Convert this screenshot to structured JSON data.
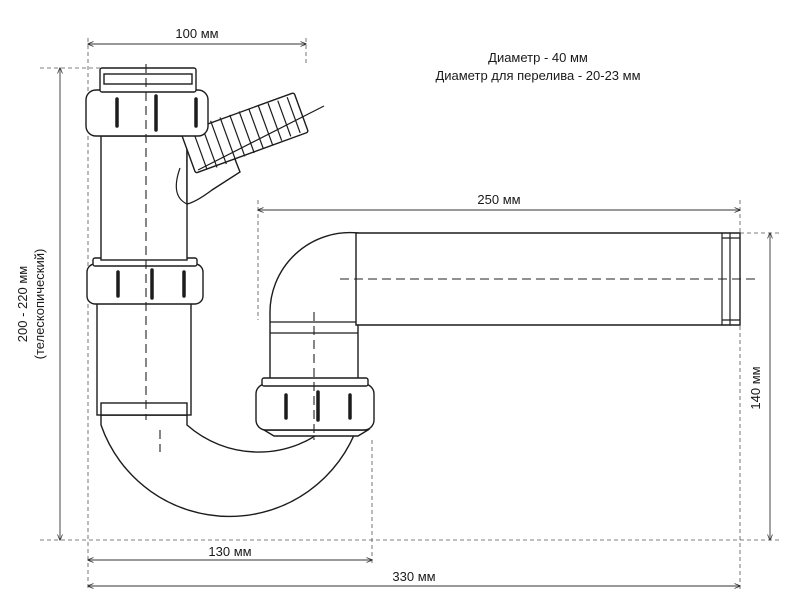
{
  "info": {
    "diameter": "Диаметр - 40 мм",
    "overflow_diameter": "Диаметр для перелива - 20-23 мм"
  },
  "dimensions": {
    "top_width": "100 мм",
    "outlet_length": "250 мм",
    "height": "200 - 220 мм",
    "height_note": "(телескопический)",
    "outlet_height": "140 мм",
    "trap_width": "130 мм",
    "total_width": "330 мм"
  }
}
